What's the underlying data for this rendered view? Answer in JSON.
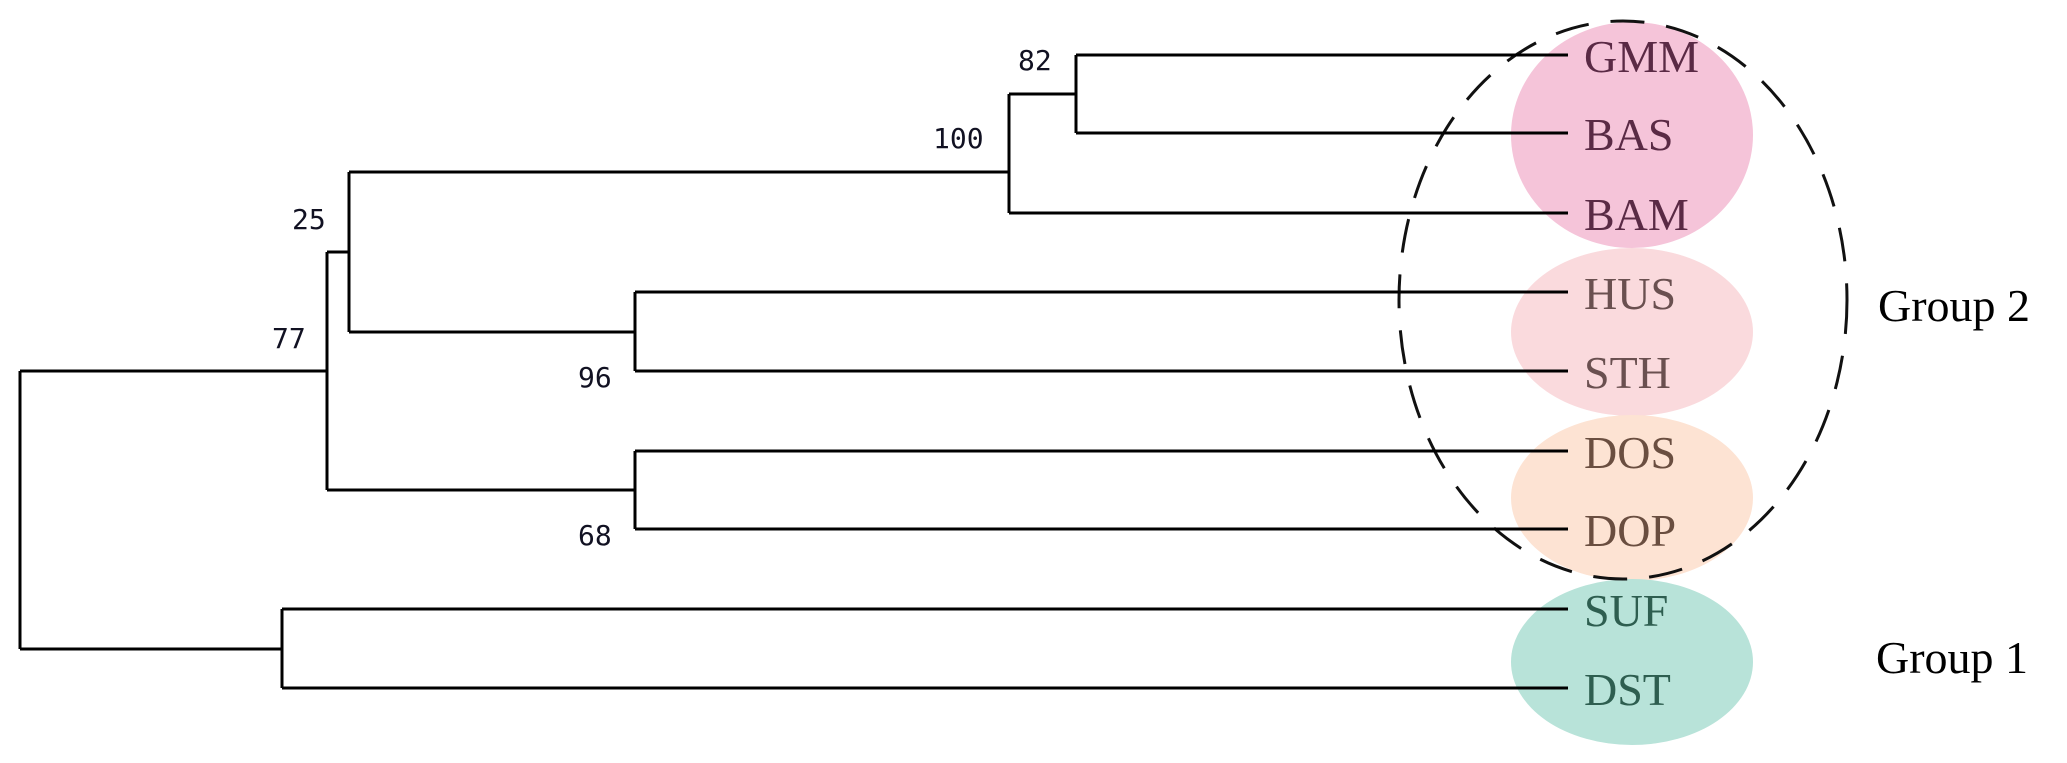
{
  "leaves": [
    {
      "name": "GMM",
      "color": "#5a2a45"
    },
    {
      "name": "BAS",
      "color": "#5a2a45"
    },
    {
      "name": "BAM",
      "color": "#5a2a45"
    },
    {
      "name": "HUS",
      "color": "#6a5050"
    },
    {
      "name": "STH",
      "color": "#6a5050"
    },
    {
      "name": "DOS",
      "color": "#6a4e40"
    },
    {
      "name": "DOP",
      "color": "#6a4e40"
    },
    {
      "name": "SUF",
      "color": "#2e5e50"
    },
    {
      "name": "DST",
      "color": "#2e5e50"
    }
  ],
  "bootstrap": {
    "n82": "82",
    "n100": "100",
    "n25": "25",
    "n77": "77",
    "n96": "96",
    "n68": "68"
  },
  "clusters": [
    {
      "members": [
        "GMM",
        "BAS",
        "BAM"
      ],
      "color": "#f5c4d9"
    },
    {
      "members": [
        "HUS",
        "STH"
      ],
      "color": "#fadadd"
    },
    {
      "members": [
        "DOS",
        "DOP"
      ],
      "color": "#fde3d3"
    },
    {
      "members": [
        "SUF",
        "DST"
      ],
      "color": "#b8e3d9"
    }
  ],
  "groups": {
    "group2": "Group 2",
    "group1": "Group 1"
  }
}
